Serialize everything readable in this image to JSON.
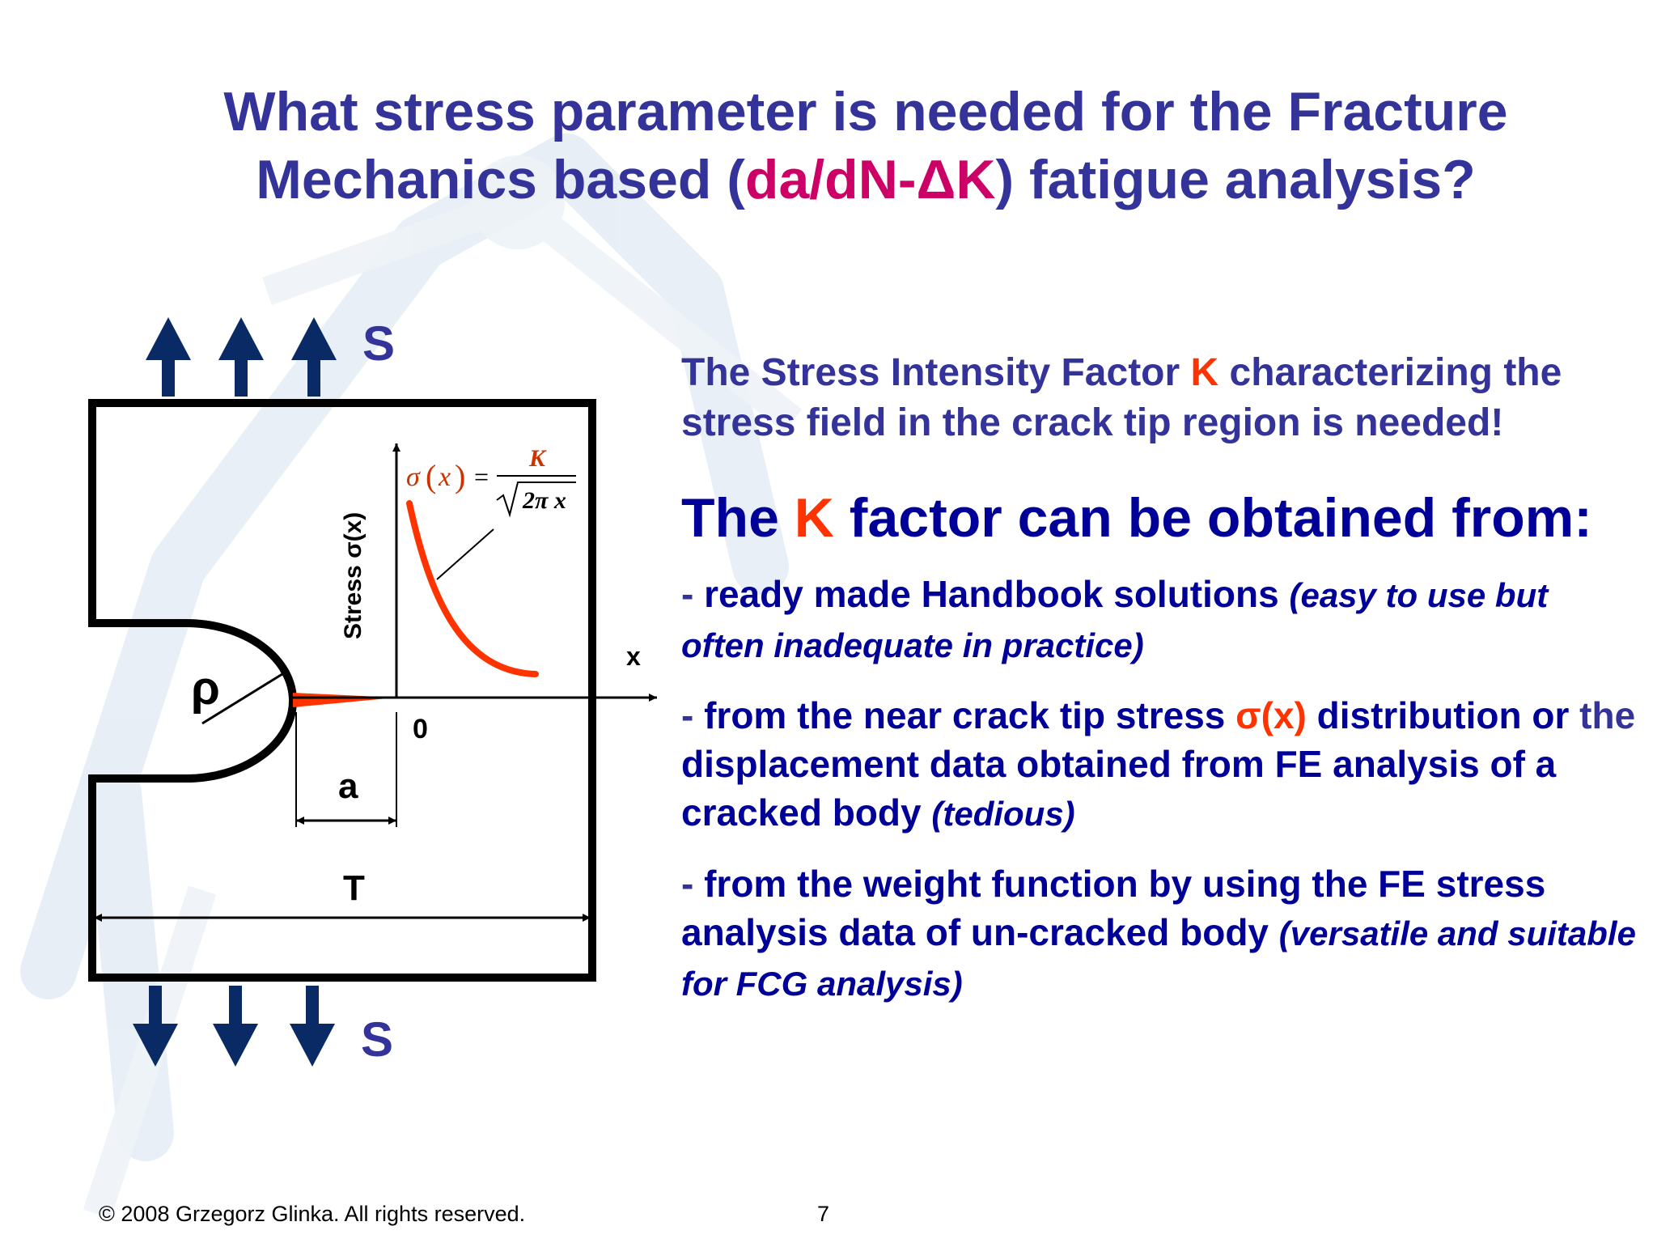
{
  "title": {
    "line1": "What stress parameter is needed for the Fracture",
    "line2_prefix": "Mechanics based (",
    "line2_highlight": "da/dN-ΔK",
    "line2_suffix": ") fatigue analysis?"
  },
  "diagram": {
    "load_top": "S",
    "load_bottom": "S",
    "radius_label": "ρ",
    "y_axis_label": "Stress σ(x)",
    "x_axis_label": "x",
    "origin_label": "0",
    "crack_length_label": "a",
    "width_label": "T",
    "formula": {
      "lhs_sigma": "σ",
      "lhs_var": "x",
      "equals": "=",
      "numerator": "K",
      "denominator": "2π x"
    }
  },
  "panel": {
    "intro_1": "The Stress Intensity Factor ",
    "intro_k": "K",
    "intro_2": " characterizing the stress field in the crack tip region is needed!",
    "heading_1": "The ",
    "heading_k": "K",
    "heading_2": " factor can be obtained from:",
    "item1_dash": "- ",
    "item1_text": "ready made Handbook solutions ",
    "item1_note": "(easy to use but often inadequate in practice)",
    "item2_dash": "- ",
    "item2_text1": "from the near crack tip stress ",
    "item2_sigma": "σ(x)",
    "item2_text2": " distribution or ",
    "item2_the": "the",
    "item2_text3": " displacement data obtained from FE analysis of a cracked body ",
    "item2_note": "(tedious)",
    "item3_dash": "- ",
    "item3_text": "from the weight function by using the FE stress analysis data of un-cracked body ",
    "item3_note": "(versatile and suitable for FCG analysis)"
  },
  "footer": {
    "copyright": "© 2008 Grzegorz Glinka.  All rights reserved.",
    "page_number": "7"
  },
  "colors": {
    "title": "#333399",
    "highlight_magenta": "#cc0066",
    "text_navy": "#000099",
    "accent_orange": "#ff3300",
    "arrow_navy": "#0a2a66"
  }
}
